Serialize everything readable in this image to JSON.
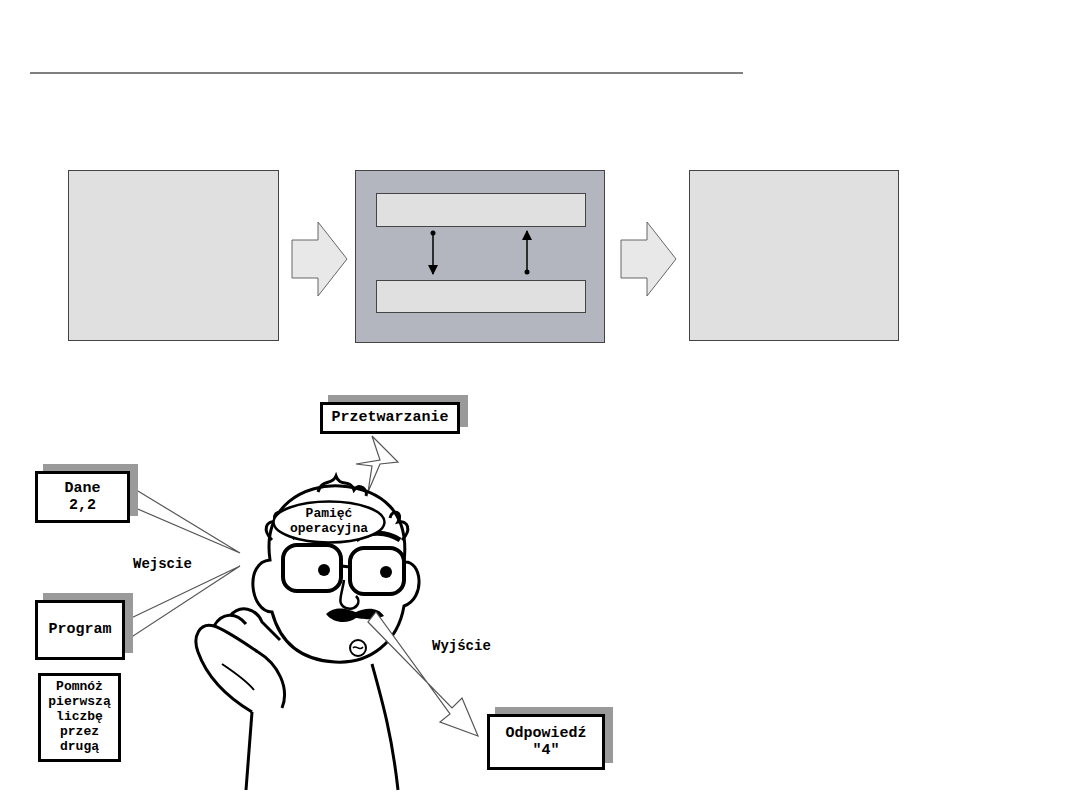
{
  "diagram": {
    "nodes": [
      {
        "text": [
          "Przetwarzanie"
        ]
      },
      {
        "text": [
          "Dane",
          "2,2"
        ]
      },
      {
        "text": [
          "Pamięć operacyjna"
        ]
      },
      {
        "text": [
          "Program"
        ]
      },
      {
        "text": [
          "Pomnóż pierwszą liczbę przez drugą"
        ]
      },
      {
        "text": [
          "Odpowiedź",
          "\"4\""
        ]
      }
    ],
    "labels": [
      "Wejscie",
      "Wyjście"
    ]
  }
}
